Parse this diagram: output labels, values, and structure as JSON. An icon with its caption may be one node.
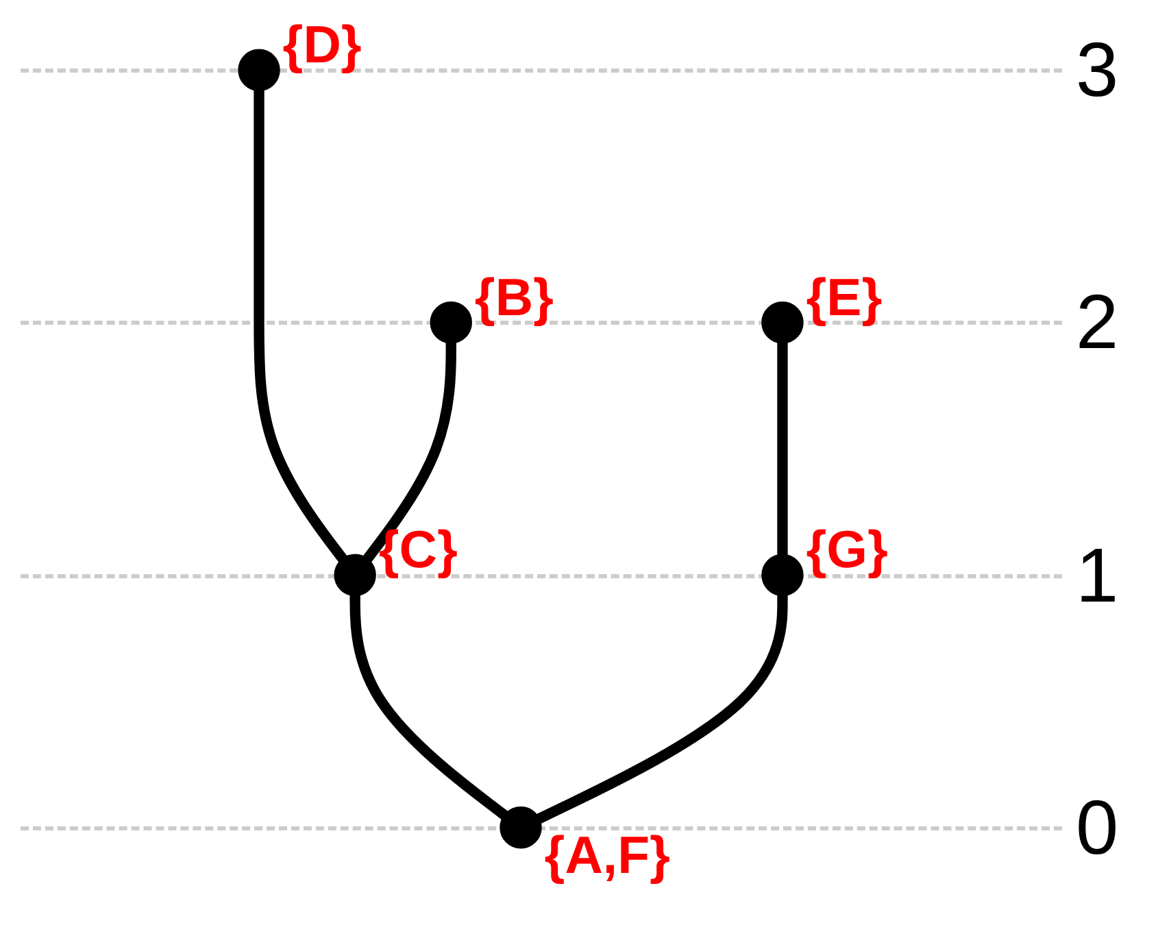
{
  "diagram": {
    "nodes": [
      {
        "text": [],
        "shape": "circle",
        "beside": [
          "{D}"
        ]
      },
      {
        "text": [],
        "shape": "circle",
        "beside": [
          "{B}"
        ]
      },
      {
        "text": [],
        "shape": "circle",
        "beside": [
          "{E}"
        ]
      },
      {
        "text": [],
        "shape": "circle",
        "beside": [
          "{C}"
        ]
      },
      {
        "text": [],
        "shape": "circle",
        "beside": [
          "{G}"
        ]
      },
      {
        "text": [],
        "shape": "circle",
        "beside": [
          "{A,F}"
        ]
      }
    ],
    "edges": [
      {
        "from": 3,
        "to": 0,
        "arrow": "none"
      },
      {
        "from": 3,
        "to": 1,
        "arrow": "none"
      },
      {
        "from": 5,
        "to": 3,
        "arrow": "none"
      },
      {
        "from": 4,
        "to": 2,
        "arrow": "none"
      },
      {
        "from": 5,
        "to": 4,
        "arrow": "none"
      }
    ],
    "labels": [
      "3",
      "2",
      "1",
      "0"
    ]
  }
}
